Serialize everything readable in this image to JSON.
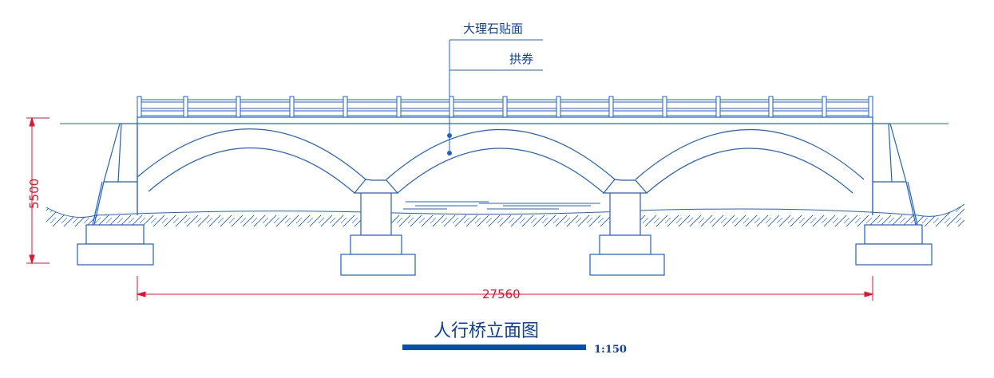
{
  "drawing": {
    "title": "人行桥立面图",
    "scale": "1:150",
    "callouts": [
      "大理石贴面",
      "拱券"
    ],
    "dimensions": {
      "height": "5500",
      "span": "27560"
    }
  },
  "colors": {
    "line": "#1f5fd0",
    "dim": "#e8112d",
    "text": "#0a3fa8",
    "scale_bar": "#0a4fb0"
  }
}
